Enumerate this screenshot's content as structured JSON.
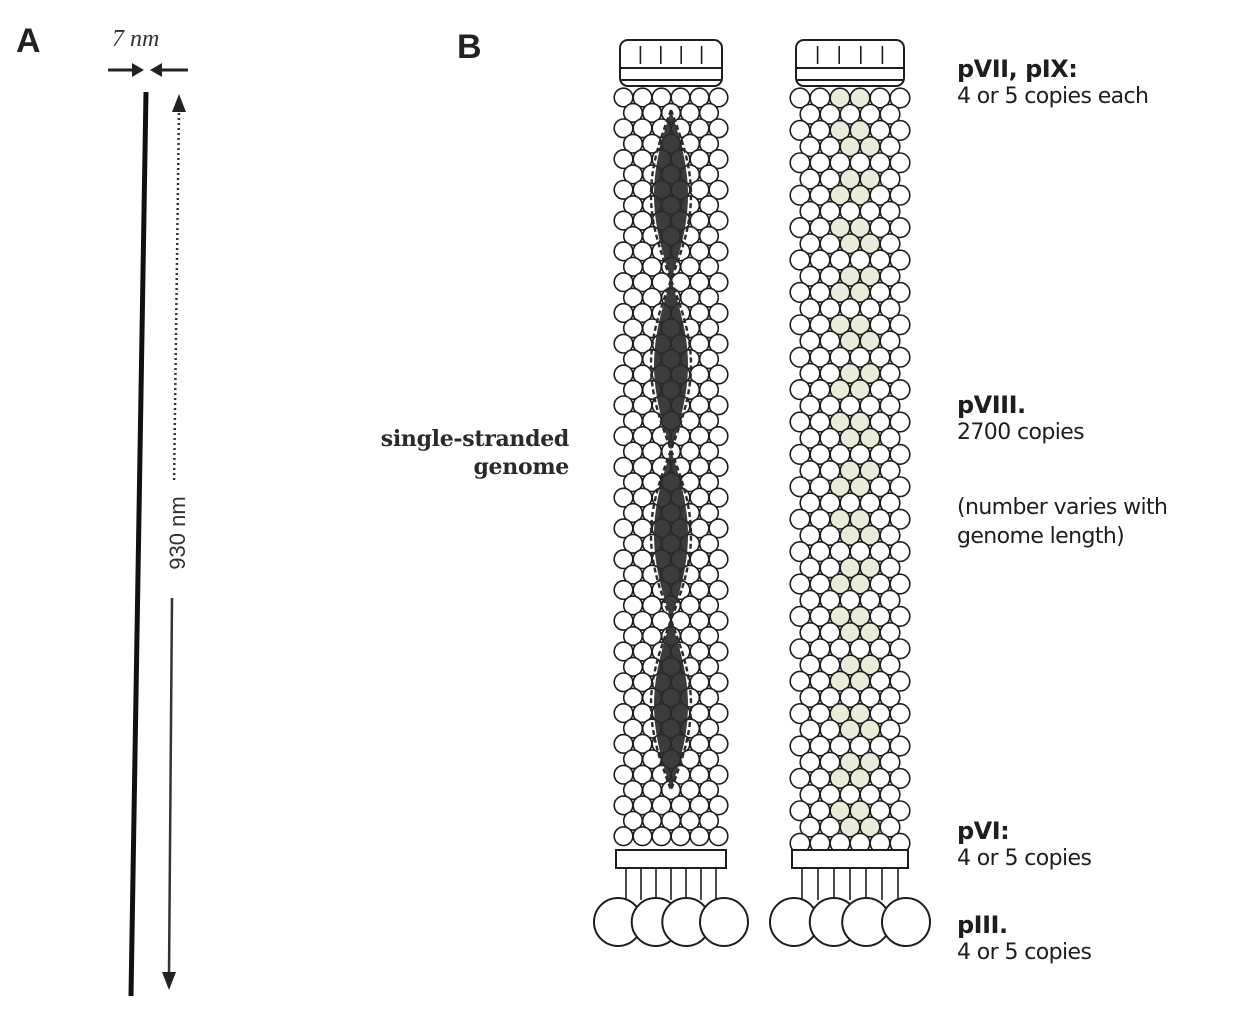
{
  "panels": {
    "a": {
      "letter": "A"
    },
    "b": {
      "letter": "B"
    }
  },
  "dimensions": {
    "width_label": "7 nm",
    "length_label": "930 nm"
  },
  "labels": {
    "top": {
      "title": "pVII, pIX:",
      "sub": "4 or 5 copies each"
    },
    "middle": {
      "title": "pVIII.",
      "sub": "2700 copies",
      "note_line1": "(number varies with",
      "note_line2": "genome length)"
    },
    "pvi": {
      "title": "pVI:",
      "sub": "4 or 5 copies"
    },
    "piii": {
      "title": "pIII.",
      "sub": "4 or 5 copies"
    },
    "genome": {
      "line1": "single-stranded",
      "line2": "genome"
    }
  },
  "colors": {
    "ink": "#1e1e1e",
    "genome": "#2b2b2b",
    "coat_fill": "#ffffff",
    "coat_highlight": "#e8ecd8"
  },
  "icons": {
    "rod_left": "phage-rod-with-genome",
    "rod_right": "phage-rod-surface"
  }
}
